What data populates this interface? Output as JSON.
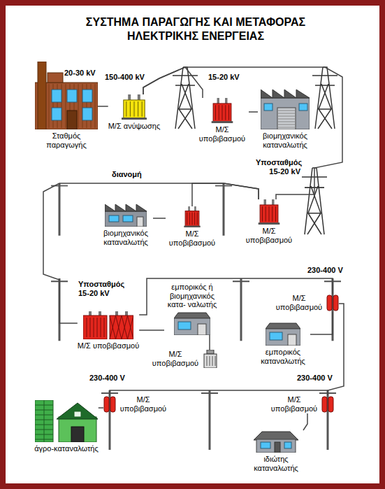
{
  "diagram": {
    "title": "ΣΥΣΤΗΜΑ ΠΑΡΑΓΩΓΗΣ ΚΑΙ ΜΕΤΑΦΟΡΑΣ ΗΛΕΚΤΡΙΚΗΣ ΕΝΕΡΓΕΙΑΣ",
    "nodes": [
      {
        "text": [
          "Σταθμός παραγωγής"
        ]
      },
      {
        "text": [
          "Μ/Σ ανύψωσης"
        ]
      },
      {
        "text": [
          "Μ/Σ υποβιβασμού"
        ]
      },
      {
        "text": [
          "βιομηχανικός καταναλωτής"
        ]
      },
      {
        "text": [
          "Μ/Σ υποβιβασμού"
        ]
      },
      {
        "text": [
          "Μ/Σ υποβιβασμού"
        ]
      },
      {
        "text": [
          "βιομηχανικός καταναλωτής"
        ]
      },
      {
        "text": [
          "Μ/Σ υποβιβασμού"
        ]
      },
      {
        "text": [
          "εμπορικός ή βιομηχανικός κατα- ναλωτής"
        ]
      },
      {
        "text": [
          "Μ/Σ υποβιβασμού"
        ]
      },
      {
        "text": [
          "Μ/Σ υποβιβασμού"
        ]
      },
      {
        "text": [
          "εμπορικός καταναλωτής"
        ]
      },
      {
        "text": [
          "Μ/Σ υποβιβασμού"
        ]
      },
      {
        "text": [
          "ιδιώτης καταναλωτής"
        ]
      },
      {
        "text": [
          "Μ/Σ υποβιβασμού"
        ]
      },
      {
        "text": [
          "άγρο-καταναλωτής"
        ]
      }
    ],
    "edges": [
      {
        "from": 0,
        "to": 1,
        "arrow": "none"
      },
      {
        "from": 1,
        "to": 2,
        "arrow": "none"
      },
      {
        "from": 2,
        "to": 3,
        "arrow": "none"
      },
      {
        "from": 1,
        "to": 4,
        "arrow": "none"
      },
      {
        "from": 4,
        "to": 5,
        "arrow": "none"
      },
      {
        "from": 5,
        "to": 6,
        "arrow": "none"
      },
      {
        "from": 4,
        "to": 7,
        "arrow": "none"
      },
      {
        "from": 7,
        "to": 8,
        "arrow": "none"
      },
      {
        "from": 8,
        "to": 9,
        "arrow": "none"
      },
      {
        "from": 7,
        "to": 10,
        "arrow": "none"
      },
      {
        "from": 10,
        "to": 11,
        "arrow": "none"
      },
      {
        "from": 10,
        "to": 12,
        "arrow": "none"
      },
      {
        "from": 12,
        "to": 13,
        "arrow": "none"
      },
      {
        "from": 12,
        "to": 14,
        "arrow": "none"
      },
      {
        "from": 14,
        "to": 15,
        "arrow": "none"
      }
    ],
    "labels": [
      "20-30 kV",
      "150-400 kV",
      "15-20 kV",
      "διανομή",
      "Υποσταθμός 15-20 kV",
      "Υποσταθμός 15-20 kV",
      "230-400 V",
      "230-400 V",
      "230-400 V"
    ]
  }
}
